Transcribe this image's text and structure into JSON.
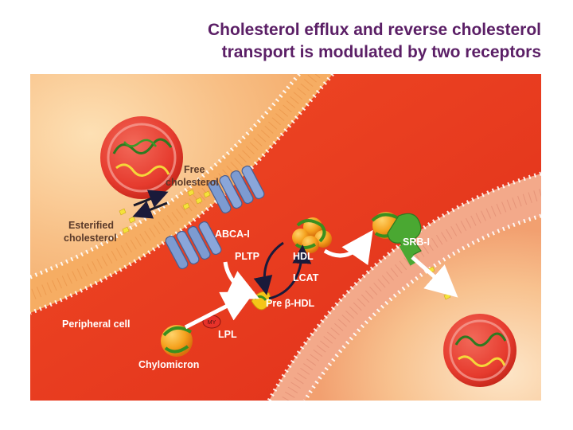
{
  "title": {
    "line1": "Cholesterol efflux and reverse cholesterol",
    "line2": "transport is modulated by two receptors"
  },
  "labels": {
    "free_cholesterol_1": "Free",
    "free_cholesterol_2": "cholesterol",
    "esterified_cholesterol_1": "Esterified",
    "esterified_cholesterol_2": "cholesterol",
    "abca1": "ABCA-I",
    "pltp": "PLTP",
    "hdl": "HDL",
    "lcat": "LCAT",
    "pre_beta_hdl": "Pre β-HDL",
    "srb1": "SRB-I",
    "peripheral_cell": "Peripheral cell",
    "lpl": "LPL",
    "lpl_badge": "MY",
    "chylomicron": "Chylomicron"
  },
  "colors": {
    "title": "#5b1f66",
    "plasma_red": "#e8361d",
    "cell_peach": "#f9c58f",
    "membrane_lipid": "#f4a65a",
    "transporter_blue": "#7d9bd1",
    "lipoprotein_orange": "#f08a16",
    "apoprotein_green": "#3a8f1f",
    "srb1_green": "#4aa832",
    "cholesterol_yellow": "#f5e23a"
  },
  "icons": [
    "transporter-icon",
    "lipoprotein-icon",
    "lipid-droplet-icon",
    "receptor-icon",
    "arrow-icon"
  ]
}
